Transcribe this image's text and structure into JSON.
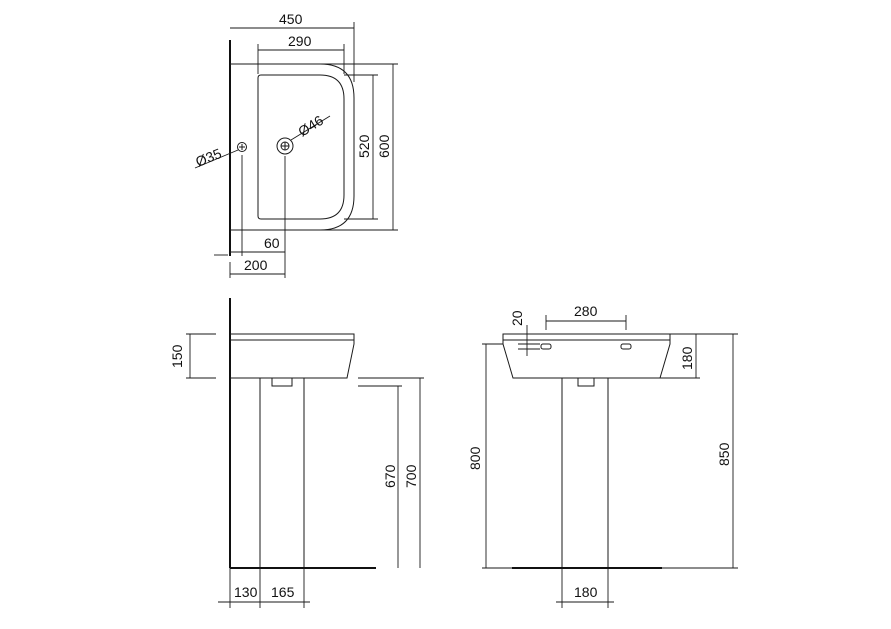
{
  "dimensions": {
    "top_width_450": "450",
    "top_inner_290": "290",
    "top_depth_600": "600",
    "top_inner_520": "520",
    "waste_dia": "Ø46",
    "tap_hole_dia": "Ø35",
    "top_offset_60": "60",
    "top_offset_200": "200",
    "side_height_150": "150",
    "side_670": "670",
    "side_700": "700",
    "side_130": "130",
    "side_165": "165",
    "front_20": "20",
    "front_280": "280",
    "front_180_h": "180",
    "front_800": "800",
    "front_850": "850",
    "front_180_w": "180"
  }
}
